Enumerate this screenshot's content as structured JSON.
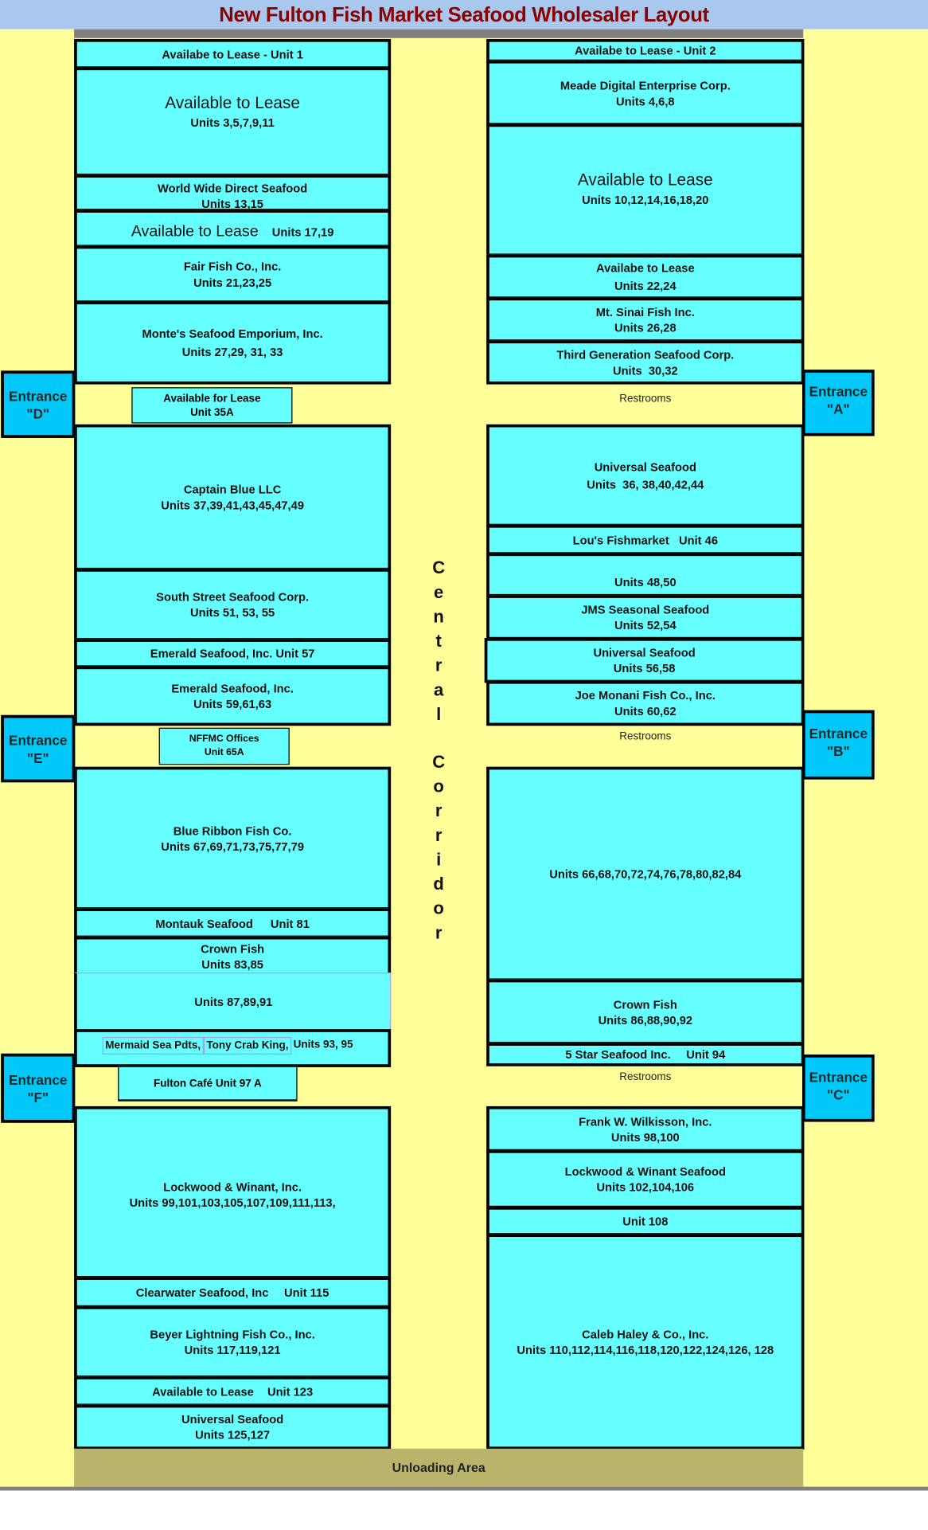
{
  "title": "New Fulton Fish Market Seafood Wholesaler Layout",
  "left_units": [
    {
      "name": "Availabe to Lease - Unit 1",
      "units": ""
    },
    {
      "name": "Available to Lease",
      "units": "Units 3,5,7,9,11"
    },
    {
      "name": "World Wide Direct Seafood",
      "units": "Units 13,15"
    },
    {
      "name": "Available to Lease",
      "units": "Units 17,19"
    },
    {
      "name": "Fair Fish Co., Inc.",
      "units": "Units 21,23,25"
    },
    {
      "name": "Monte's Seafood Emporium, Inc.",
      "units": "Units 27,29, 31, 33"
    },
    {
      "name": "Available for Lease",
      "units": "Unit 35A"
    },
    {
      "name": "Captain Blue LLC",
      "units": "Units 37,39,41,43,45,47,49"
    },
    {
      "name": "South Street Seafood Corp.",
      "units": "Units 51, 53, 55"
    },
    {
      "name": "Emerald Seafood, Inc. Unit 57",
      "units": ""
    },
    {
      "name": "Emerald Seafood, Inc.",
      "units": "Units 59,61,63"
    },
    {
      "name": "NFFMC Offices",
      "units": "Unit 65A"
    },
    {
      "name": "Blue Ribbon Fish Co.",
      "units": "Units 67,69,71,73,75,77,79"
    },
    {
      "name": "Montauk Seafood",
      "units": "Unit 81"
    },
    {
      "name": "Crown Fish",
      "units": "Units 83,85"
    },
    {
      "name": "",
      "units": "Units 87,89,91"
    },
    {
      "name": "Mermaid Sea Pdts,",
      "name2": "Tony Crab King,",
      "units": "Units 93, 95"
    },
    {
      "name": "Fulton Café Unit 97 A",
      "units": ""
    },
    {
      "name": "Lockwood & Winant, Inc.",
      "units": "Units 99,101,103,105,107,109,111,113,"
    },
    {
      "name": "Clearwater Seafood, Inc",
      "units": "Unit 115"
    },
    {
      "name": "Beyer Lightning Fish Co., Inc.",
      "units": "Units 117,119,121"
    },
    {
      "name": "Available to Lease",
      "units": "Unit 123"
    },
    {
      "name": "Universal Seafood",
      "units": "Units 125,127"
    }
  ],
  "right_units": [
    {
      "name": "Availabe to Lease - Unit 2",
      "units": ""
    },
    {
      "name": "Meade Digital Enterprise Corp.",
      "units": "Units 4,6,8"
    },
    {
      "name": "Available to Lease",
      "units": "Units 10,12,14,16,18,20"
    },
    {
      "name": "Availabe to Lease",
      "units": "Units 22,24"
    },
    {
      "name": "Mt. Sinai Fish Inc.",
      "units": "Units 26,28"
    },
    {
      "name": "Third Generation Seafood Corp.",
      "units": "Units  30,32"
    },
    {
      "name": "Universal Seafood",
      "units": "Units  36, 38,40,42,44"
    },
    {
      "name": "Lou's Fishmarket",
      "units": "Unit 46"
    },
    {
      "name": "",
      "units": "Units 48,50"
    },
    {
      "name": "JMS Seasonal Seafood",
      "units": "Units 52,54"
    },
    {
      "name": "Universal Seafood",
      "units": "Units 56,58"
    },
    {
      "name": "Joe Monani Fish Co., Inc.",
      "units": "Units 60,62"
    },
    {
      "name": "",
      "units": "Units 66,68,70,72,74,76,78,80,82,84"
    },
    {
      "name": "Crown Fish",
      "units": "Units 86,88,90,92"
    },
    {
      "name": "5 Star Seafood Inc.",
      "units": "Unit 94"
    },
    {
      "name": "Frank W. Wilkisson, Inc.",
      "units": "Units 98,100"
    },
    {
      "name": "Lockwood & Winant Seafood",
      "units": "Units 102,104,106"
    },
    {
      "name": "",
      "units": "Unit 108"
    },
    {
      "name": "Caleb Haley & Co., Inc.",
      "units": "Units 110,112,114,116,118,120,122,124,126, 128"
    }
  ],
  "restrooms": [
    "Restrooms",
    "Restrooms",
    "Restrooms"
  ],
  "entrances": [
    {
      "label": "Entrance",
      "id": "\"D\""
    },
    {
      "label": "Entrance",
      "id": "\"A\""
    },
    {
      "label": "Entrance",
      "id": "\"E\""
    },
    {
      "label": "Entrance",
      "id": "\"B\""
    },
    {
      "label": "Entrance",
      "id": "\"F\""
    },
    {
      "label": "Entrance",
      "id": "\"C\""
    }
  ],
  "corridor": {
    "word1": [
      "C",
      "e",
      "n",
      "t",
      "r",
      "a",
      "l"
    ],
    "word2": [
      "C",
      "o",
      "r",
      "r",
      "i",
      "d",
      "o",
      "r"
    ]
  },
  "unloading": "Unloading Area",
  "colors": {
    "unit": "#66ffff",
    "entrance": "#00c8f8",
    "floor": "#ffff99",
    "title": "#8b0000",
    "unloading": "#b8b46c"
  }
}
